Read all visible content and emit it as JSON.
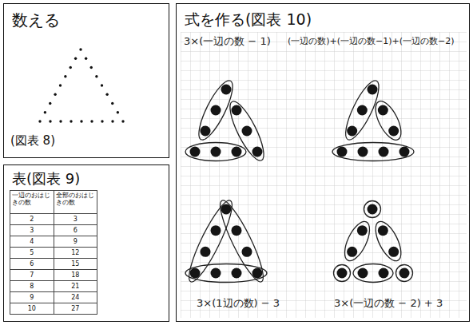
{
  "diagram": {
    "nodes": [
      {
        "text": [
          "数える",
          "(図表 8)"
        ]
      },
      {
        "text": [
          "表(図表 9)"
        ]
      },
      {
        "text": [
          "式を作る(図表 10)"
        ]
      }
    ],
    "labels": [
      "一辺のおはじきの数",
      "全部のおはじきの数",
      "2",
      "3",
      "3",
      "6",
      "4",
      "9",
      "5",
      "12",
      "6",
      "15",
      "7",
      "18",
      "8",
      "21",
      "9",
      "24",
      "10",
      "27",
      "3×(一辺の数 − 1)",
      "(一辺の数)+(一辺の数−1)+(一辺の数−2)",
      "3×(1辺の数) − 3",
      "3×(一辺の数 − 2) + 3"
    ]
  }
}
